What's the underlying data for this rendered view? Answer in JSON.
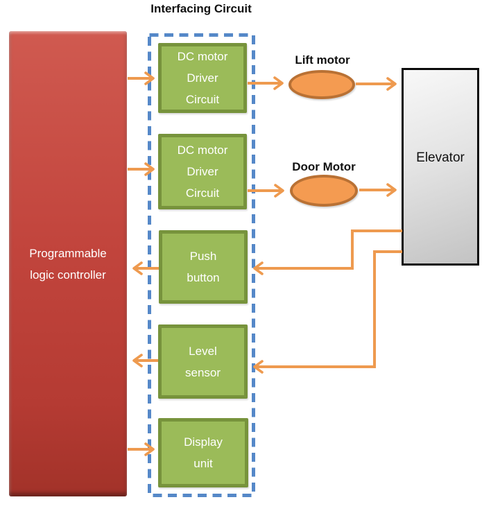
{
  "title": "Interfacing Circuit",
  "plc": {
    "label": "Programmable logic controller"
  },
  "interfacing": {
    "boxes": [
      {
        "name": "dc-motor-driver-1",
        "lines": [
          "DC motor",
          "Driver",
          "Circuit"
        ]
      },
      {
        "name": "dc-motor-driver-2",
        "lines": [
          "DC motor",
          "Driver",
          "Circuit"
        ]
      },
      {
        "name": "push-button",
        "lines": [
          "Push",
          "button"
        ]
      },
      {
        "name": "level-sensor",
        "lines": [
          "Level",
          "sensor"
        ]
      },
      {
        "name": "display-unit",
        "lines": [
          "Display",
          "unit"
        ]
      }
    ]
  },
  "motors": {
    "lift": {
      "label": "Lift motor"
    },
    "door": {
      "label": "Door Motor"
    }
  },
  "elevator": {
    "label": "Elevator"
  },
  "colors": {
    "plc_red": "#C2453D",
    "box_green": "#9BBB59",
    "box_green_border": "#77933C",
    "dashed_blue": "#5588C8",
    "arrow_orange": "#EE9A4F",
    "ellipse_orange": "#F49B51",
    "ellipse_border": "#B97134",
    "elevator_border": "#0A0A0A"
  }
}
